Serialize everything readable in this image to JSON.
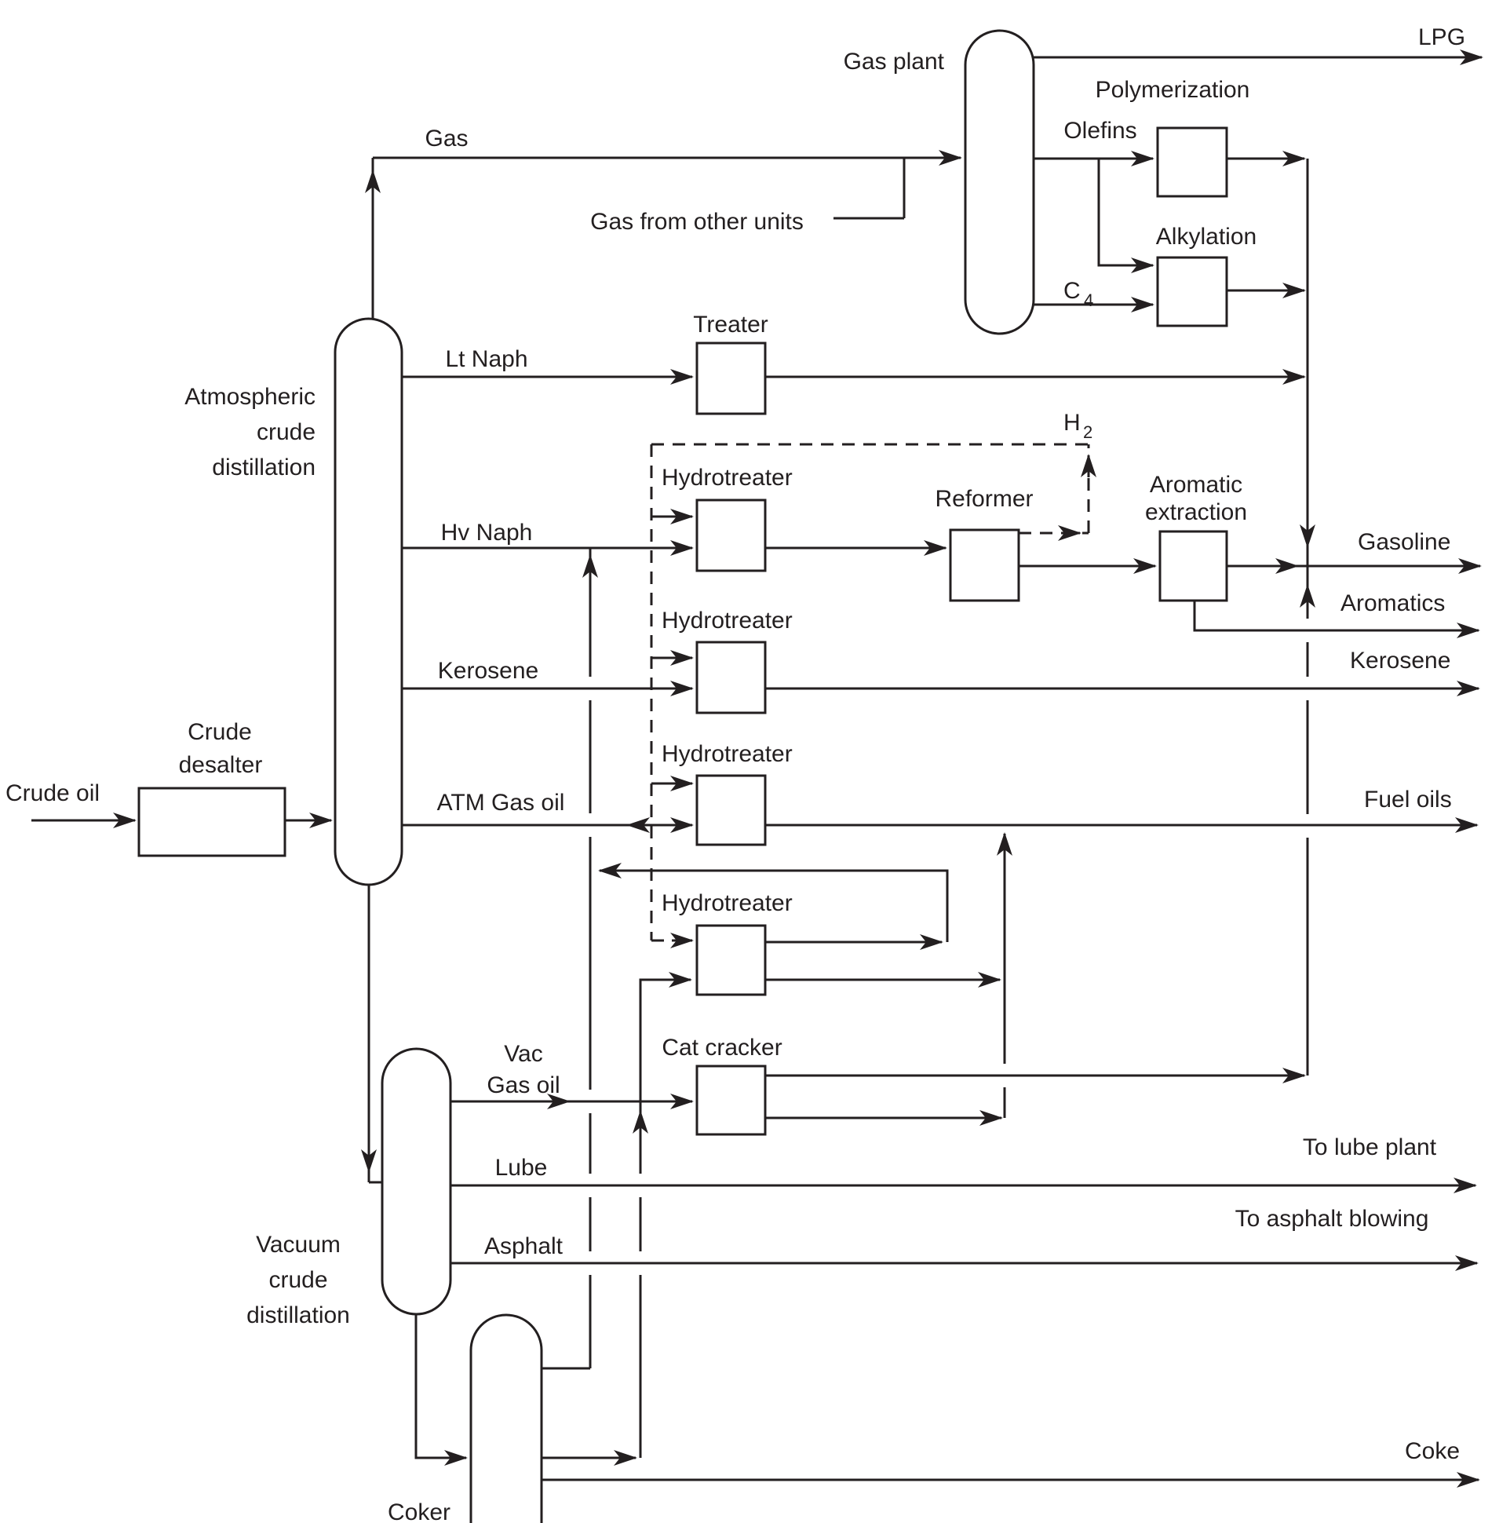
{
  "page": {
    "background": "#ffffff",
    "ink": "#231f20"
  },
  "units": {
    "gas_plant": "Gas plant",
    "atmospheric_column": [
      "Atmospheric",
      "crude",
      "distillation"
    ],
    "vacuum_column": [
      "Vacuum",
      "crude",
      "distillation"
    ],
    "crude_desalter": [
      "Crude",
      "desalter"
    ],
    "treater": "Treater",
    "hydrotreater": "Hydrotreater",
    "reformer": "Reformer",
    "aromatic_extraction": [
      "Aromatic",
      "extraction"
    ],
    "polymerization": "Polymerization",
    "alkylation": "Alkylation",
    "cat_cracker": "Cat cracker",
    "coker": "Coker"
  },
  "streams": {
    "crude_oil": "Crude oil",
    "gas": "Gas",
    "gas_from_other_units": "Gas from other units",
    "lpg": "LPG",
    "olefins": "Olefins",
    "c4": {
      "base": "C",
      "sub": "4"
    },
    "h2": {
      "base": "H",
      "sub": "2"
    },
    "lt_naph": "Lt Naph",
    "hv_naph": "Hv Naph",
    "kerosene": "Kerosene",
    "atm_gas_oil": "ATM Gas oil",
    "vac_gas_oil": [
      "Vac",
      "Gas oil"
    ],
    "gasoline": "Gasoline",
    "aromatics": "Aromatics",
    "fuel_oils": "Fuel oils",
    "lube": "Lube",
    "to_lube_plant": "To lube plant",
    "asphalt": "Asphalt",
    "to_asphalt_blowing": "To asphalt blowing",
    "coke": "Coke"
  }
}
